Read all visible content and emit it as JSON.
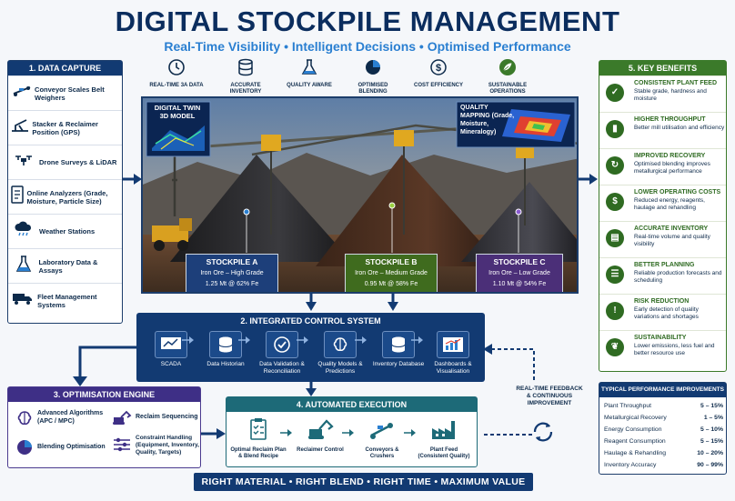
{
  "header": {
    "title": "DIGITAL STOCKPILE MANAGEMENT",
    "subtitle": "Real-Time Visibility • Intelligent Decisions • Optimised Performance"
  },
  "top_icons": [
    {
      "label": "REAL-TIME 3A DATA",
      "icon": "clock-icon"
    },
    {
      "label": "ACCURATE INVENTORY",
      "icon": "database-icon"
    },
    {
      "label": "QUALITY AWARE",
      "icon": "flask-icon"
    },
    {
      "label": "OPTIMISED BLENDING",
      "icon": "pie-icon"
    },
    {
      "label": "COST EFFICIENCY",
      "icon": "dollar-icon"
    },
    {
      "label": "SUSTAINABLE OPERATIONS",
      "icon": "leaf-icon"
    }
  ],
  "data_capture": {
    "title": "1. DATA CAPTURE",
    "items": [
      {
        "label": "Conveyor Scales Belt Weighers",
        "icon": "conveyor-icon"
      },
      {
        "label": "Stacker & Reclaimer Position (GPS)",
        "icon": "stacker-icon"
      },
      {
        "label": "Drone Surveys & LiDAR",
        "icon": "drone-icon"
      },
      {
        "label": "Online Analyzers (Grade, Moisture, Particle Size)",
        "icon": "analyzer-icon"
      },
      {
        "label": "Weather Stations",
        "icon": "weather-icon"
      },
      {
        "label": "Laboratory Data & Assays",
        "icon": "lab-flask-icon"
      },
      {
        "label": "Fleet Management Systems",
        "icon": "truck-icon"
      }
    ]
  },
  "photo": {
    "digital_twin": "DIGITAL TWIN 3D MODEL",
    "quality_mapping": "QUALITY MAPPING (Grade, Moisture, Mineralogy)",
    "stockpiles": [
      {
        "name": "STOCKPILE A",
        "grade": "Iron Ore – High Grade",
        "metric": "1.25 Mt @ 62% Fe",
        "color": "#1d3f7a"
      },
      {
        "name": "STOCKPILE B",
        "grade": "Iron Ore – Medium Grade",
        "metric": "0.95 Mt @ 58% Fe",
        "color": "#3f6b1e"
      },
      {
        "name": "STOCKPILE C",
        "grade": "Iron Ore – Low Grade",
        "metric": "1.10 Mt @ 54% Fe",
        "color": "#4b2f78"
      }
    ]
  },
  "control_system": {
    "title": "2. INTEGRATED CONTROL SYSTEM",
    "items": [
      {
        "label": "SCADA",
        "icon": "monitor-icon"
      },
      {
        "label": "Data Historian",
        "icon": "database-icon"
      },
      {
        "label": "Data Validation & Reconciliation",
        "icon": "check-circle-icon"
      },
      {
        "label": "Quality Models & Predictions",
        "icon": "brain-icon"
      },
      {
        "label": "Inventory Database",
        "icon": "database-icon"
      },
      {
        "label": "Dashboards & Visualisation",
        "icon": "chart-icon"
      }
    ]
  },
  "optimisation": {
    "title": "3. OPTIMISATION ENGINE",
    "items": [
      {
        "label": "Advanced Algorithms (APC / MPC)",
        "icon": "brain-icon"
      },
      {
        "label": "Reclaim Sequencing",
        "icon": "excavator-icon"
      },
      {
        "label": "Blending Optimisation",
        "icon": "pie-icon"
      },
      {
        "label": "Constraint Handling (Equipment, Inventory, Quality, Targets)",
        "icon": "sliders-icon"
      }
    ]
  },
  "execution": {
    "title": "4. AUTOMATED EXECUTION",
    "items": [
      {
        "label": "Optimal Reclaim Plan & Blend Recipe",
        "icon": "clipboard-icon"
      },
      {
        "label": "Reclaimer Control",
        "icon": "excavator-icon"
      },
      {
        "label": "Conveyors & Crushers",
        "icon": "conveyor-icon"
      },
      {
        "label": "Plant Feed (Consistent Quality)",
        "icon": "factory-icon"
      }
    ]
  },
  "feedback": "REAL-TIME FEEDBACK & CONTINUOUS IMPROVEMENT",
  "banner": "RIGHT MATERIAL  •  RIGHT BLEND  •  RIGHT TIME  •  MAXIMUM VALUE",
  "benefits": {
    "title": "5. KEY BENEFITS",
    "items": [
      {
        "title": "CONSISTENT PLANT FEED",
        "desc": "Stable grade, hardness and moisture",
        "glyph": "✓"
      },
      {
        "title": "HIGHER THROUGHPUT",
        "desc": "Better mill utilisation and efficiency",
        "glyph": "▮"
      },
      {
        "title": "IMPROVED RECOVERY",
        "desc": "Optimised blending improves metallurgical performance",
        "glyph": "↻"
      },
      {
        "title": "LOWER OPERATING COSTS",
        "desc": "Reduced energy, reagents, haulage and rehandling",
        "glyph": "$"
      },
      {
        "title": "ACCURATE INVENTORY",
        "desc": "Real-time volume and quality visibility",
        "glyph": "▤"
      },
      {
        "title": "BETTER PLANNING",
        "desc": "Reliable production forecasts and scheduling",
        "glyph": "☰"
      },
      {
        "title": "RISK REDUCTION",
        "desc": "Early detection of quality variations and shortages",
        "glyph": "!"
      },
      {
        "title": "SUSTAINABILITY",
        "desc": "Lower emissions, less fuel and better resource use",
        "glyph": "❦"
      }
    ]
  },
  "performance": {
    "title": "TYPICAL PERFORMANCE IMPROVEMENTS",
    "rows": [
      {
        "label": "Plant Throughput",
        "value": "5 – 15%"
      },
      {
        "label": "Metallurgical Recovery",
        "value": "1 – 5%"
      },
      {
        "label": "Energy Consumption",
        "value": "5 – 10%"
      },
      {
        "label": "Reagent Consumption",
        "value": "5 – 15%"
      },
      {
        "label": "Haulage & Rehandling",
        "value": "10 – 20%"
      },
      {
        "label": "Inventory Accuracy",
        "value": "90 – 99%"
      }
    ]
  }
}
